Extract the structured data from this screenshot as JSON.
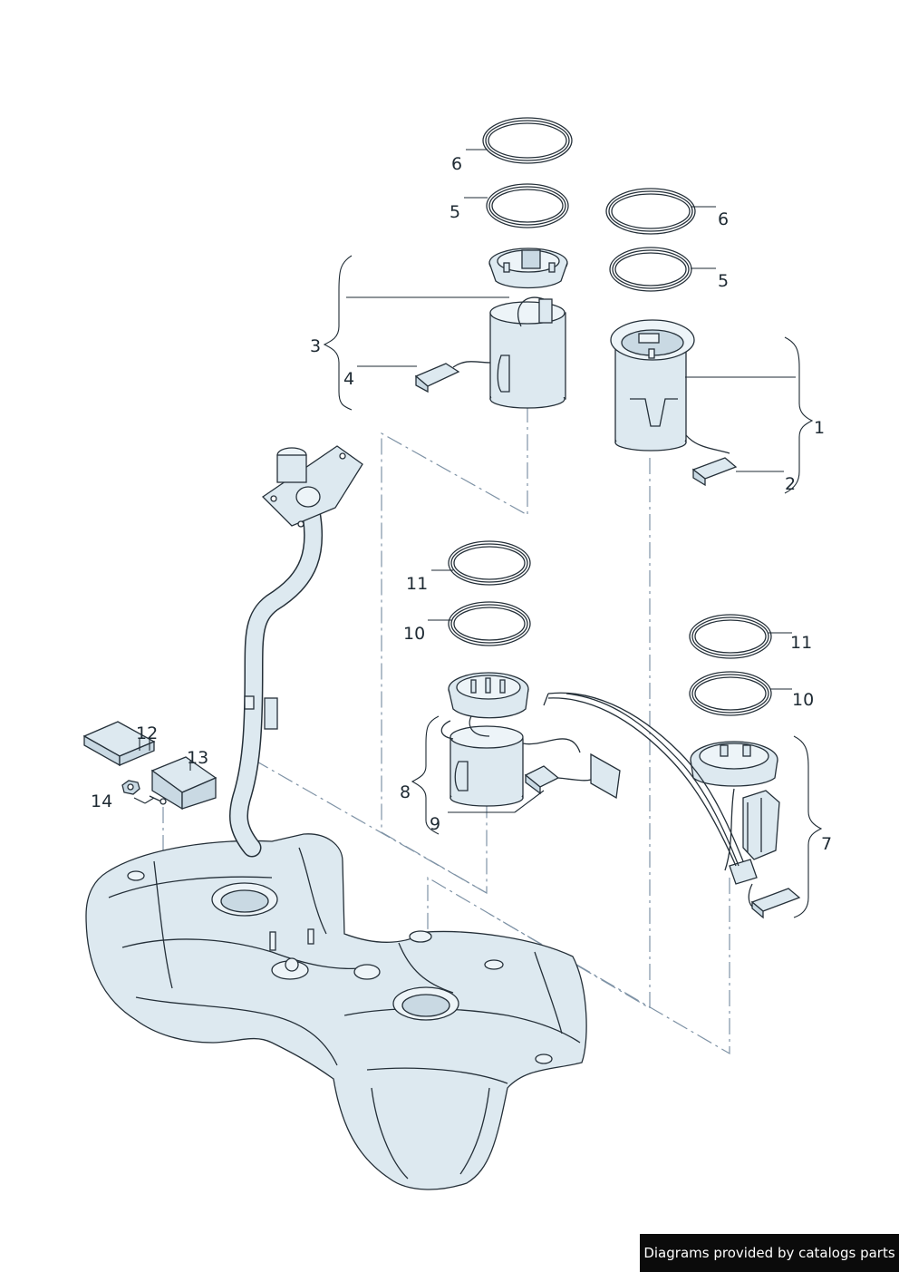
{
  "callouts": {
    "c1": "1",
    "c2": "2",
    "c3": "3",
    "c4": "4",
    "c5a": "5",
    "c5b": "5",
    "c6a": "6",
    "c6b": "6",
    "c7": "7",
    "c8": "8",
    "c9": "9",
    "c10a": "10",
    "c10b": "10",
    "c11a": "11",
    "c11b": "11",
    "c12": "12",
    "c13": "13",
    "c14": "14"
  },
  "credit": "Diagrams provided by catalogs parts",
  "colors": {
    "part_fill": "#dde9f0",
    "part_fill_light": "#edf4f8",
    "line": "#253039",
    "axis": "#7f93a6",
    "credit_bg": "#0b0b0b"
  }
}
